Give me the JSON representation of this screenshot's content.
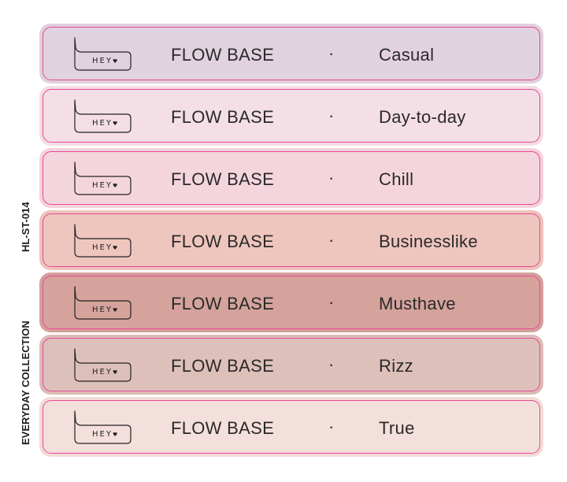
{
  "sidebar": {
    "code": "HL-ST-014",
    "collection": "EVERYDAY COLLECTION"
  },
  "bubble_text": "HEY",
  "bubble_icon": "heart-icon",
  "separator": "·",
  "rows": [
    {
      "name": "FLOW BASE",
      "variant": "Casual",
      "bg": "#dfd0dd",
      "inner": "#e1d2df"
    },
    {
      "name": "FLOW BASE",
      "variant": "Day-to-day",
      "bg": "#f3dde3",
      "inner": "#f3dfe5"
    },
    {
      "name": "FLOW BASE",
      "variant": "Chill",
      "bg": "#f4d2da",
      "inner": "#f5d5dd"
    },
    {
      "name": "FLOW BASE",
      "variant": "Businesslike",
      "bg": "#edc3b9",
      "inner": "#eec6bd"
    },
    {
      "name": "FLOW BASE",
      "variant": "Musthave",
      "bg": "#d3a09a",
      "inner": "#d5a39c"
    },
    {
      "name": "FLOW BASE",
      "variant": "Rizz",
      "bg": "#dcbbb5",
      "inner": "#dec0ba"
    },
    {
      "name": "FLOW BASE",
      "variant": "True",
      "bg": "#f2dcd8",
      "inner": "#f3dfdb"
    }
  ]
}
